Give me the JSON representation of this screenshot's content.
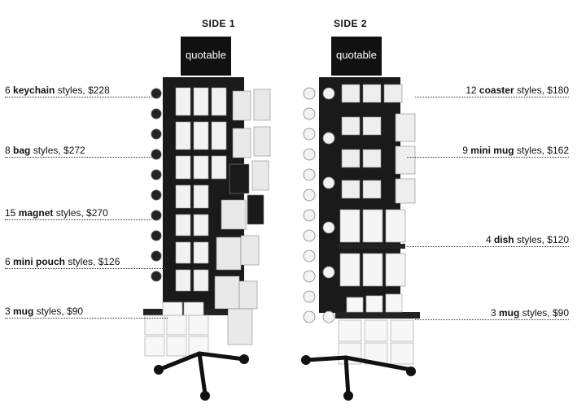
{
  "sides": [
    {
      "title": "SIDE 1",
      "sign": "quotable",
      "labels": [
        {
          "pre": "6 ",
          "bold": "keychain",
          "post": " styles, $228"
        },
        {
          "pre": "8 ",
          "bold": "bag",
          "post": " styles, $272"
        },
        {
          "pre": "15 ",
          "bold": "magnet",
          "post": " styles, $270"
        },
        {
          "pre": "6 ",
          "bold": "mini pouch",
          "post": " styles, $126"
        },
        {
          "pre": "3 ",
          "bold": "mug",
          "post": " styles, $90"
        }
      ]
    },
    {
      "title": "SIDE 2",
      "sign": "quotable",
      "labels": [
        {
          "pre": "12 ",
          "bold": "coaster",
          "post": " styles, $180"
        },
        {
          "pre": "9 ",
          "bold": "mini mug",
          "post": " styles, $162"
        },
        {
          "pre": "4 ",
          "bold": "dish",
          "post": " styles, $120"
        },
        {
          "pre": "3 ",
          "bold": "mug",
          "post": " styles, $90"
        }
      ]
    }
  ]
}
